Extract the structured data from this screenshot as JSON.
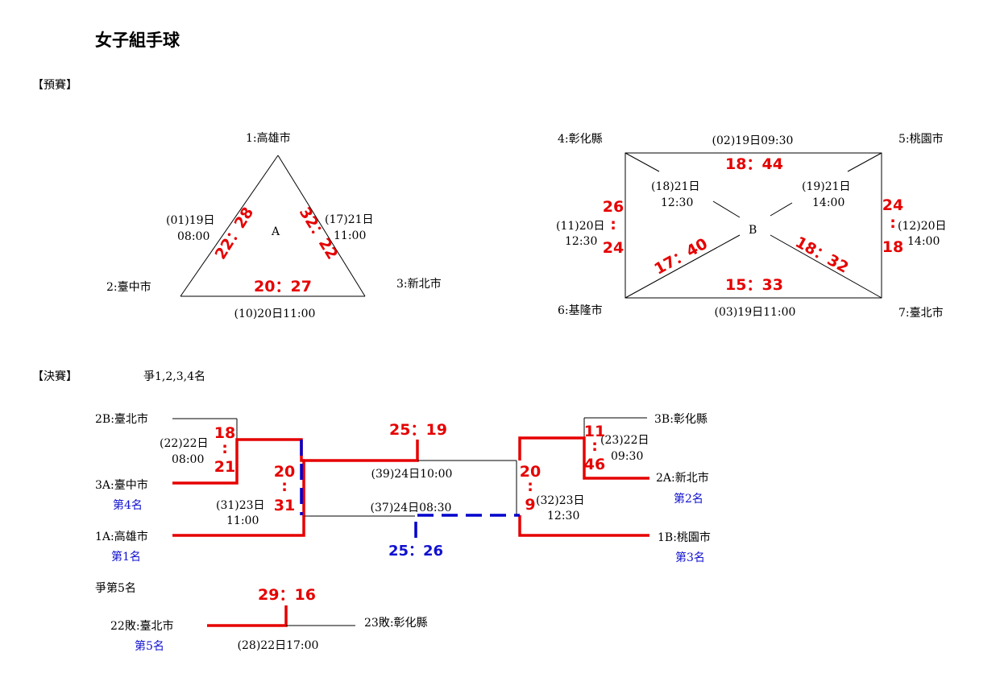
{
  "title": "女子組手球",
  "prelim": {
    "header": "【預賽】",
    "groupA": {
      "name": "A",
      "teams": [
        "1:高雄市",
        "2:臺中市",
        "3:新北市"
      ],
      "matches": [
        {
          "info": [
            "(01)19日",
            "08:00"
          ],
          "score": "22：28"
        },
        {
          "info": [
            "(17)21日",
            "11:00"
          ],
          "score": "32：22"
        },
        {
          "info": [
            "(10)20日11:00"
          ],
          "score": "20：27"
        }
      ]
    },
    "groupB": {
      "name": "B",
      "teams": [
        "4:彰化縣",
        "5:桃園市",
        "6:基隆市",
        "7:臺北市"
      ],
      "matches": [
        {
          "info": [
            "(02)19日09:30"
          ],
          "score": "18：44"
        },
        {
          "info": [
            "(03)19日11:00"
          ],
          "score": "15：33"
        },
        {
          "info": [
            "(11)20日",
            "12:30"
          ],
          "score": [
            "26",
            ":",
            "24"
          ]
        },
        {
          "info": [
            "(12)20日",
            "14:00"
          ],
          "score": [
            "24",
            ":",
            "18"
          ]
        },
        {
          "info": [
            "(18)21日",
            "12:30"
          ],
          "score": "17：40"
        },
        {
          "info": [
            "(19)21日",
            "14:00"
          ],
          "score": "18：32"
        }
      ]
    }
  },
  "final": {
    "header": "【決賽】",
    "subtitle": "爭1,2,3,4名",
    "teams": {
      "t2B": "2B:臺北市",
      "t3A": "3A:臺中市",
      "t1A": "1A:高雄市",
      "t3B": "3B:彰化縣",
      "t2A": "2A:新北市",
      "t1B": "1B:桃園市"
    },
    "ranks": {
      "t3A": "第4名",
      "t1A": "第1名",
      "t2A": "第2名",
      "t1B": "第3名"
    },
    "matches": {
      "m22": {
        "info": [
          "(22)22日",
          "08:00"
        ],
        "score": [
          "18",
          ":",
          "21"
        ]
      },
      "m23": {
        "info": [
          "(23)22日",
          "09:30"
        ],
        "score": [
          "11",
          ":",
          "46"
        ]
      },
      "m31": {
        "info": [
          "(31)23日",
          "11:00"
        ],
        "score": [
          "20",
          ":",
          "31"
        ]
      },
      "m32": {
        "info": [
          "(32)23日",
          "12:30"
        ],
        "score": [
          "20",
          ":",
          "9"
        ]
      },
      "m39": {
        "info": "(39)24日10:00",
        "score": "25：19"
      },
      "m37": {
        "info": "(37)24日08:30",
        "score": "25：26"
      }
    },
    "fifth": {
      "label": "爭第5名",
      "teamL": "22敗:臺北市",
      "teamR": "23敗:彰化縣",
      "rank": "第5名",
      "info": "(28)22日17:00",
      "score": "29：16"
    }
  }
}
